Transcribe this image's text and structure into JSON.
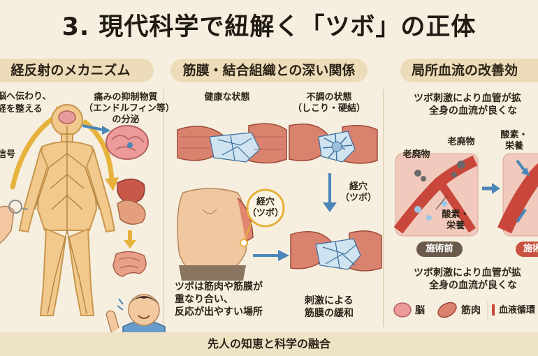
{
  "title": "3. 現代科学で紐解く「ツボ」の正体",
  "sections": [
    {
      "heading": "経反射のメカニズム",
      "labels": {
        "brain_note_l1": "脳へ伝わり、",
        "brain_note_l2": "経を整える",
        "inhibitor_l1": "痛みの抑制物質",
        "inhibitor_l2": "（エンドルフィン等）",
        "inhibitor_l3": "の分泌",
        "signal": "信号"
      }
    },
    {
      "heading": "筋膜・結合組織との深い関係",
      "labels": {
        "healthy": "健康な状態",
        "unhealthy_l1": "不調の状態",
        "unhealthy_l2": "（しこり・硬結）",
        "acupoint_arrow_l1": "経穴",
        "acupoint_arrow_l2": "（ツボ）",
        "acupoint_circle_l1": "経穴",
        "acupoint_circle_l2": "（ツボ）",
        "desc_l1": "ツボは筋肉や筋膜が",
        "desc_l2": "重なり合い、",
        "desc_l3": "反応が出やすい場所",
        "relax_l1": "刺激による",
        "relax_l2": "筋膜の緩和"
      }
    },
    {
      "heading": "局所血流の改善効",
      "labels": {
        "top_l1": "ツボ刺激により血管が拡",
        "top_l2": "全身の血流が良くな",
        "waste_left": "老廃物",
        "waste_right": "老廃物",
        "oxygen_left_l1": "酸素・",
        "oxygen_left_l2": "栄養",
        "oxygen_right_l1": "酸素・",
        "oxygen_right_l2": "栄養",
        "before": "施術前",
        "after": "施術",
        "bottom_l1": "ツボ刺激により血管が拡",
        "bottom_l2": "全身の血流が良くな"
      },
      "legend": [
        "脳",
        "筋肉",
        "血液循環"
      ]
    }
  ],
  "footer": "先人の知恵と科学の融合",
  "colors": {
    "background": "#f6efdf",
    "pill": "#ecdcb9",
    "muscle": "#d9826e",
    "fascia": "#cfe3f0",
    "vessel": "#c8473a",
    "arrow_blue": "#4a86b8",
    "arrow_yellow": "#e6b23c",
    "before_badge": "#6a5a4a",
    "after_badge": "#c8523f"
  }
}
